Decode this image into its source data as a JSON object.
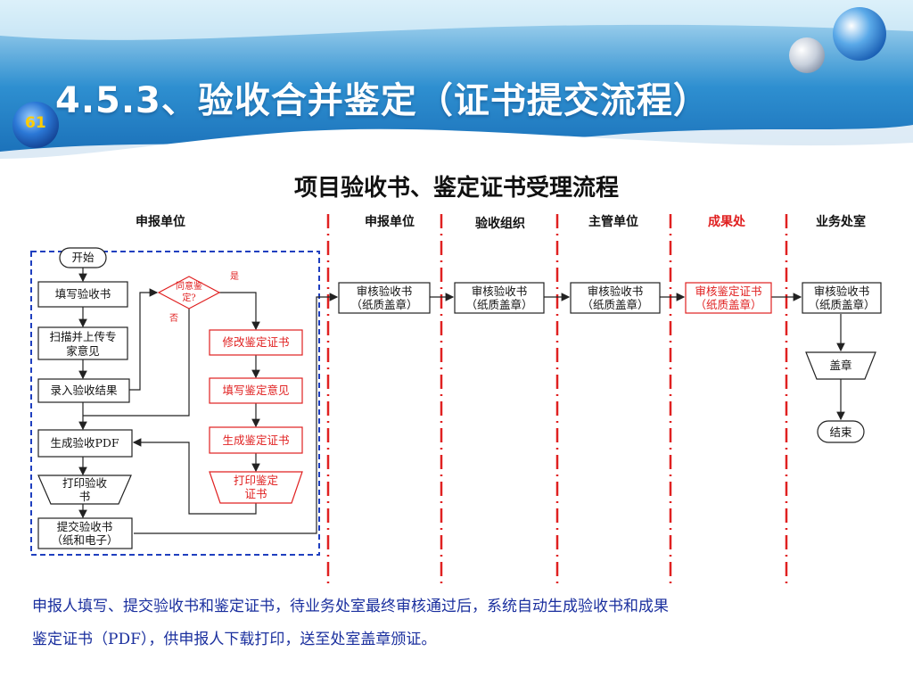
{
  "slide": {
    "title": "4.5.3、验收合并鉴定（证书提交流程）",
    "page_number": "61"
  },
  "diagram": {
    "title": "项目验收书、鉴定证书受理流程",
    "lanes": [
      "申报单位",
      "申报单位",
      "验收组织",
      "主管单位",
      "成果处",
      "业务处室"
    ],
    "nodes": {
      "start": "开始",
      "fill_book": "填写验收书",
      "scan_1": "扫描并上传专",
      "scan_2": "家意见",
      "enter_result": "录入验收结果",
      "gen_pdf": "生成验收PDF",
      "print_book_1": "打印验收",
      "print_book_2": "书",
      "submit_1": "提交验收书",
      "submit_2": "（纸和电子）",
      "decision_1": "同意鉴",
      "decision_2": "定?",
      "yes": "是",
      "no": "否",
      "modify_cert": "修改鉴定证书",
      "fill_opinion": "填写鉴定意见",
      "gen_cert": "生成鉴定证书",
      "print_cert_1": "打印鉴定",
      "print_cert_2": "证书",
      "review_1": "审核验收书",
      "review_2": "审核验收书",
      "review_3": "审核验收书",
      "review_4": "审核鉴定证书",
      "review_5": "审核验收书",
      "seal_note": "（纸质盖章）",
      "stamp": "盖章",
      "end": "结束"
    }
  },
  "caption": {
    "line1": "申报人填写、提交验收书和鉴定证书，待业务处室最终审核通过后，系统自动生成验收书和成果",
    "line2": "鉴定证书（PDF），供申报人下载打印，送至处室盖章颁证。"
  },
  "colors": {
    "accent_blue": "#1a5fb4",
    "red": "#e02020",
    "caption_blue": "#1a2f9e"
  }
}
